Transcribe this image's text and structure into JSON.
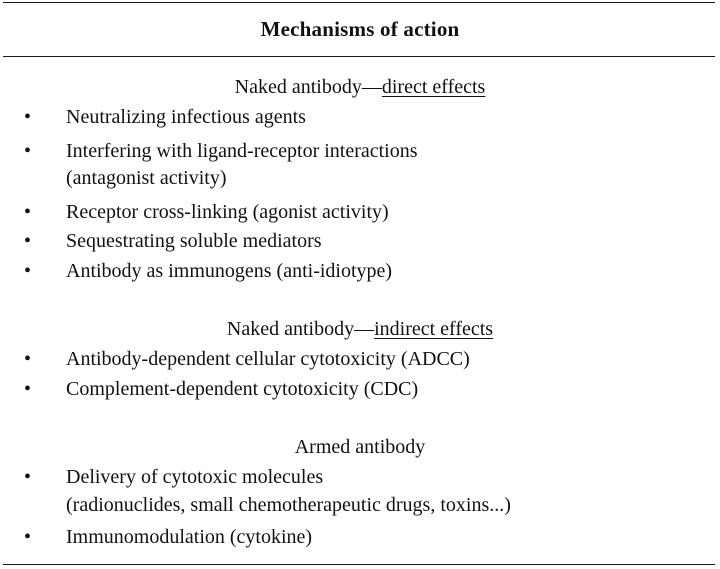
{
  "table": {
    "title": "Mechanisms of action",
    "sections": [
      {
        "heading_prefix": "Naked antibody—",
        "heading_underlined": "direct effects",
        "items": [
          "Neutralizing infectious agents",
          "Interfering with ligand-receptor interactions",
          "(antagonist activity)",
          "Receptor cross-linking (agonist activity)",
          "Sequestrating soluble mediators",
          "Antibody as immunogens (anti-idiotype)"
        ]
      },
      {
        "heading_prefix": "Naked antibody—",
        "heading_underlined": "indirect effects",
        "items": [
          "Antibody-dependent cellular cytotoxicity (ADCC)",
          "Complement-dependent cytotoxicity (CDC)"
        ]
      },
      {
        "heading_prefix": "Armed antibody",
        "heading_underlined": "",
        "items": [
          "Delivery of cytotoxic molecules",
          "(radionuclides, small chemotherapeutic drugs, toxins...)",
          "Immunomodulation (cytokine)"
        ]
      }
    ],
    "bullet_glyph": "•"
  }
}
